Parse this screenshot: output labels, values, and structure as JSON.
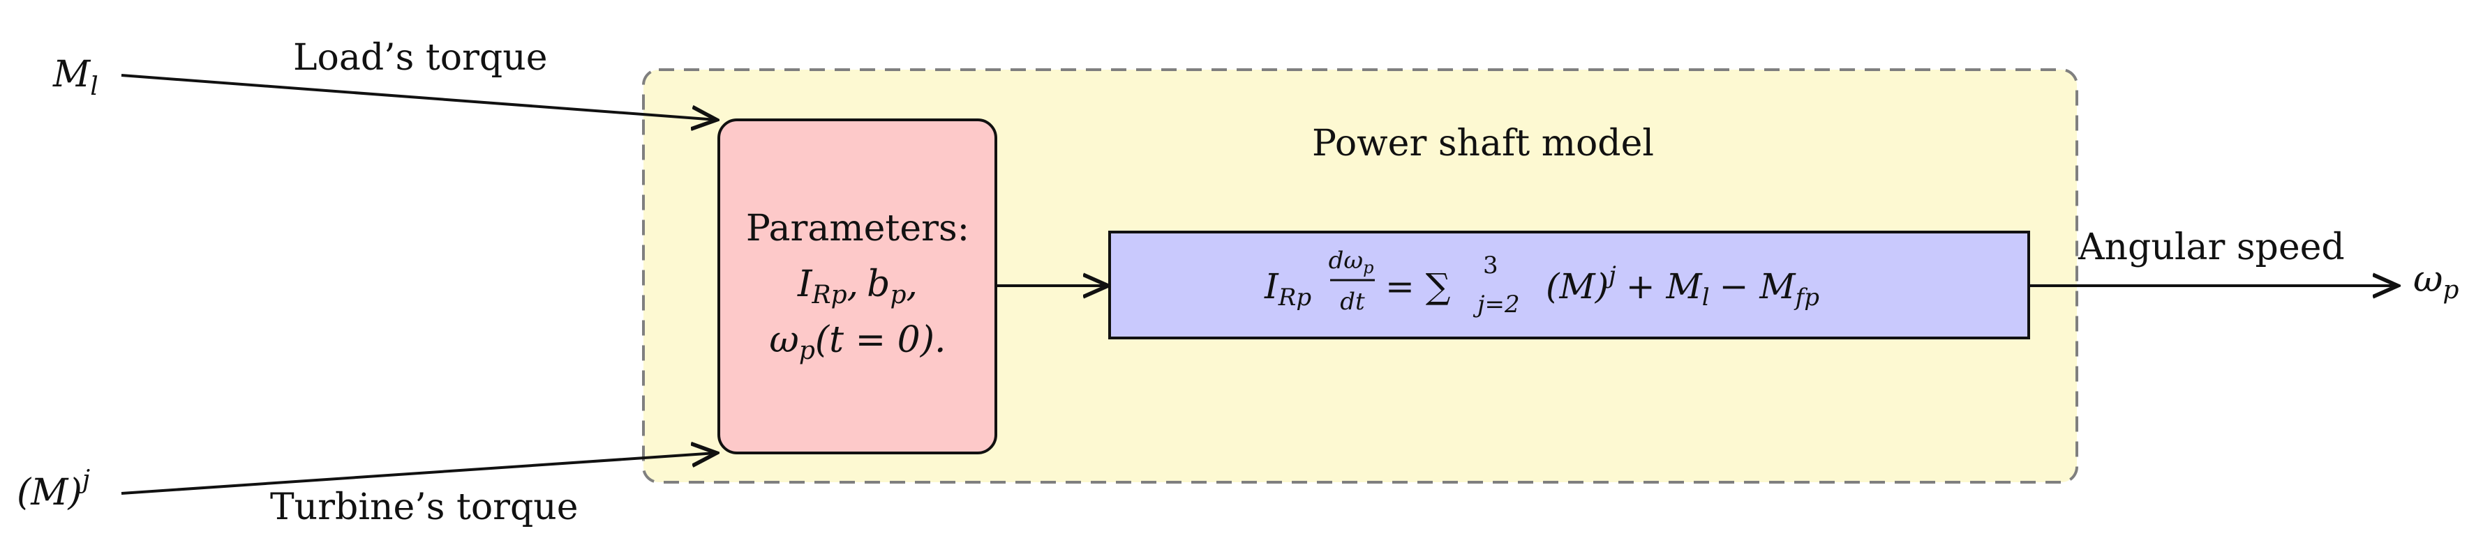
{
  "group": {
    "title": "Power shaft model"
  },
  "inputs": {
    "load": {
      "symbol": "M",
      "subscript": "l",
      "caption": "Load’s torque"
    },
    "turbine": {
      "symbol_open": "(M)",
      "superscript": "j",
      "caption": "Turbine’s torque"
    }
  },
  "parameters": {
    "heading": "Parameters:",
    "line2": {
      "I": "I",
      "I_sub": "Rp",
      "comma1": ",",
      "b": "b",
      "b_sub": "p",
      "comma2": ","
    },
    "line3": {
      "omega": "ω",
      "omega_sub": "p",
      "rest": "(t = 0)."
    }
  },
  "equation": {
    "lhs_I": "I",
    "lhs_I_sub": "Rp",
    "frac_num": "dω",
    "frac_num_sub": "p",
    "frac_den": "dt",
    "equals_sum": "= ∑",
    "sum_upper": "3",
    "sum_lower": "j=2",
    "term1": "(M)",
    "term1_sup": "j",
    "term2": "+ M",
    "term2_sub": "l",
    "term3": "− M",
    "term3_sub": "fp"
  },
  "output": {
    "caption": "Angular speed",
    "symbol": "ω",
    "subscript": "p"
  },
  "colors": {
    "group_fill": "#fdf9d2",
    "group_border": "#7f7f7f",
    "params_fill": "#fdc9c9",
    "equation_fill": "#c9c9fd",
    "stroke": "#111111"
  }
}
